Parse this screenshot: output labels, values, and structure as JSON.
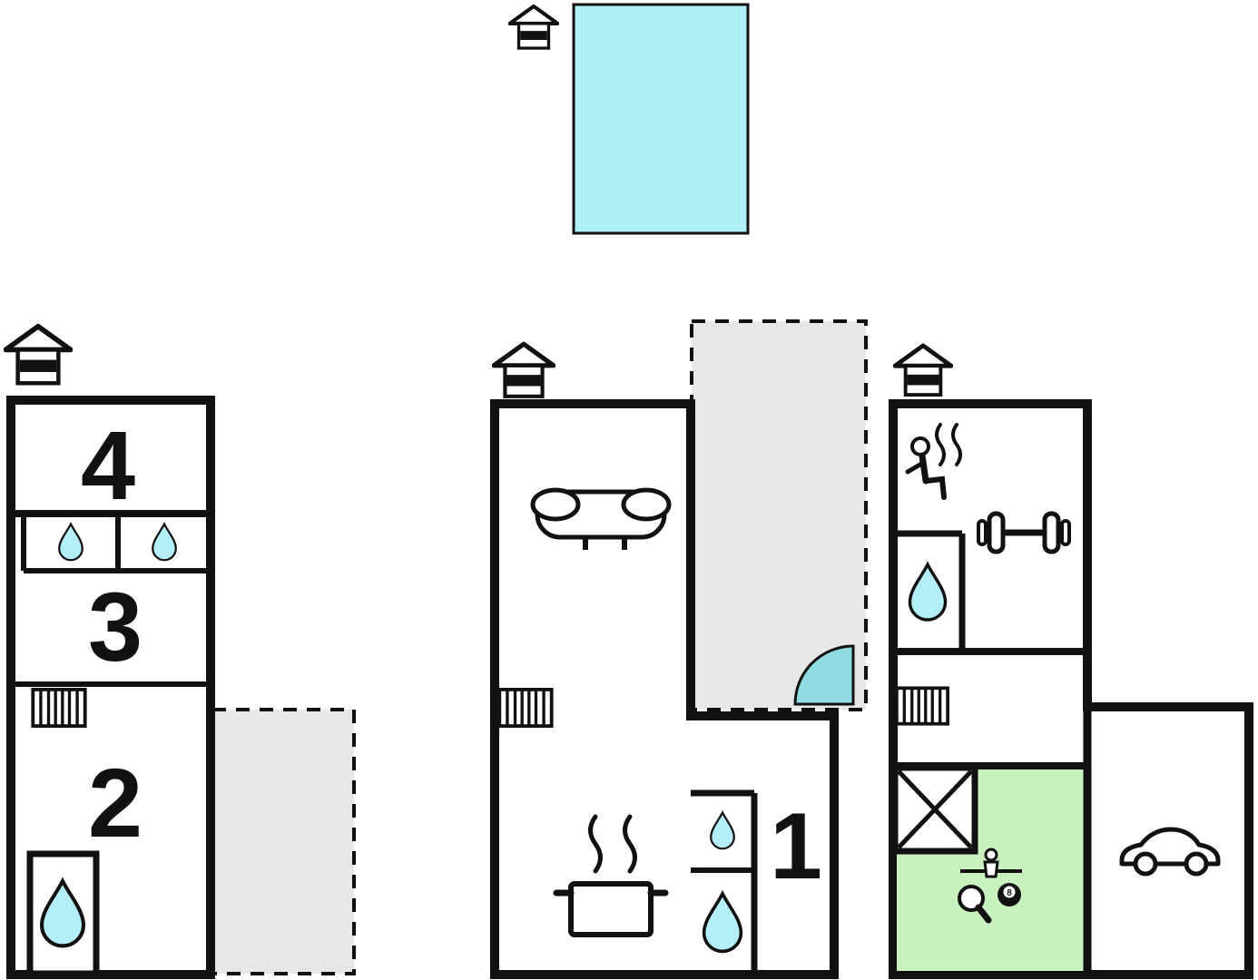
{
  "colors": {
    "pool": "#aff0f8",
    "terrace": "#e7e7e7",
    "green": "#c9f1bf",
    "water": "#b4eef8",
    "door": "#8edbe4",
    "wall": "#111111"
  },
  "labels": {
    "room1": "1",
    "room2": "2",
    "room3": "3",
    "room4": "4",
    "eight_ball": "8"
  },
  "legend": {
    "buildings_left_rooms": [
      "4",
      "3",
      "2"
    ],
    "buildings_middle_rooms": [
      "1"
    ]
  }
}
